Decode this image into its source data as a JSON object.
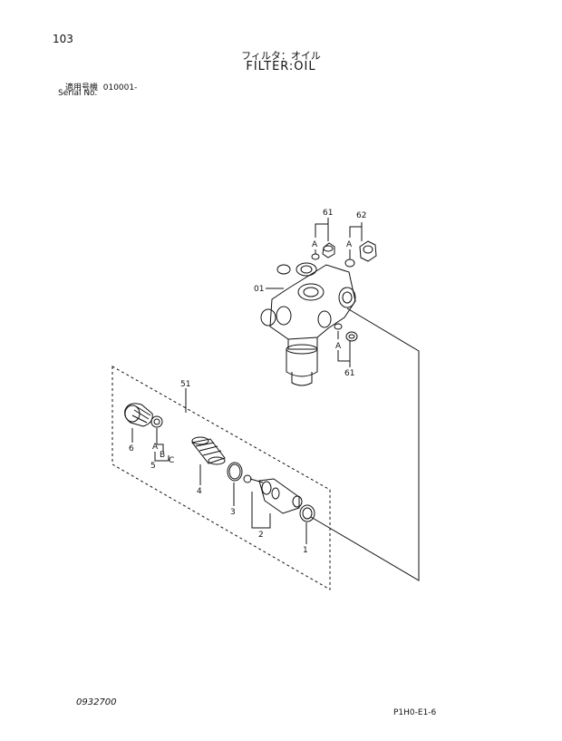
{
  "header": {
    "page_number": "103",
    "title_jp": "フィルタ：オイル",
    "title_en": "FILTER:OIL",
    "serial_label_jp": "適用号機",
    "serial_value": "010001-",
    "serial_label_en": "Serial No."
  },
  "callouts": {
    "c61_top": "61",
    "c62": "62",
    "cA_left": "A",
    "cA_right": "A",
    "c01": "01",
    "cA_lower": "A",
    "c61_bottom": "61",
    "c51": "51",
    "c6": "6",
    "cA_small": "A",
    "cB": "B",
    "cC": "C",
    "c5": "5",
    "c4": "4",
    "c3": "3",
    "c2": "2",
    "c1": "1"
  },
  "footer": {
    "doc_code": "0932700",
    "sheet_code": "P1H0-E1-6"
  }
}
